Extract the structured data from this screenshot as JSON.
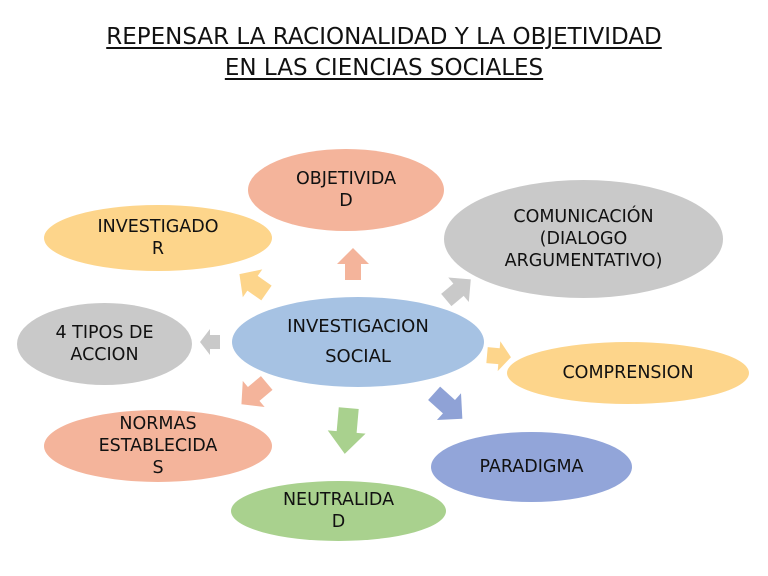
{
  "title": {
    "line1": "REPENSAR LA RACIONALIDAD Y LA OBJETIVIDAD ",
    "line2": "EN LAS CIENCIAS SOCIALES"
  },
  "center": {
    "label": "INVESTIGACION\nSOCIAL",
    "color": "#a6c2e3"
  },
  "nodes": {
    "objetividad": {
      "label": "OBJETIVIDA\nD",
      "color": "#f4b49b"
    },
    "comunicacion": {
      "label": "COMUNICACIÓN\n(DIALOGO\nARGUMENTATIVO)",
      "color": "#c9c9c9"
    },
    "comprension": {
      "label": "COMPRENSION",
      "color": "#fdd58b"
    },
    "paradigma": {
      "label": "PARADIGMA",
      "color": "#92a5d9"
    },
    "neutralidad": {
      "label": "NEUTRALIDA\nD",
      "color": "#a9d18e"
    },
    "normas": {
      "label": "NORMAS\nESTABLECIDA\nS",
      "color": "#f4b49b"
    },
    "tipos_accion": {
      "label": "4 TIPOS DE\nACCION",
      "color": "#c9c9c9"
    },
    "investigador": {
      "label": "INVESTIGADO\nR",
      "color": "#fdd58b"
    }
  },
  "arrow_colors": {
    "objetividad": "#f4b49b",
    "comunicacion": "#c9c9c9",
    "comprension": "#fdd58b",
    "paradigma": "#8fa2d6",
    "neutralidad": "#a9d18e",
    "normas": "#f4b49b",
    "tipos_accion": "#c9c9c9",
    "investigador": "#fdd58b"
  }
}
